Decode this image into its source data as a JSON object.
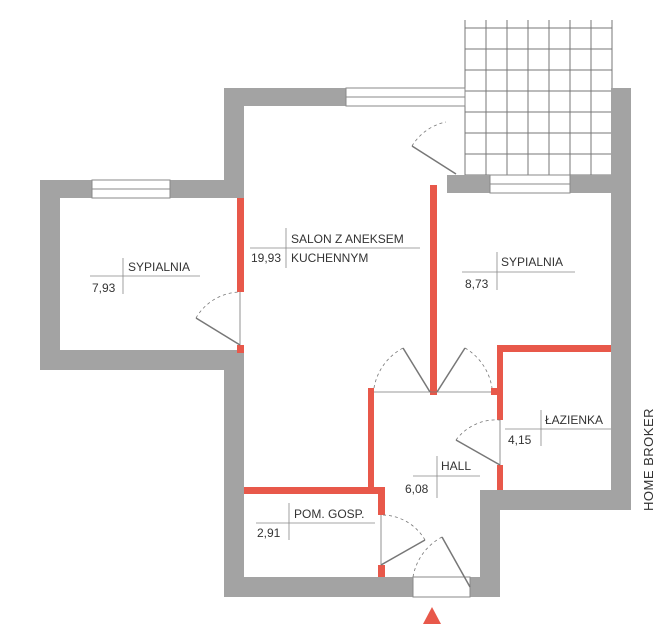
{
  "rooms": [
    {
      "name": "SYPIALNIA",
      "area": "7,93"
    },
    {
      "name": "SALON Z ANEKSEM",
      "name2": "KUCHENNYM",
      "area": "19,93"
    },
    {
      "name": "SYPIALNIA",
      "area": "8,73"
    },
    {
      "name": "ŁAZIENKA",
      "area": "4,15"
    },
    {
      "name": "HALL",
      "area": "6,08"
    },
    {
      "name": "POM. GOSP.",
      "area": "2,91"
    }
  ],
  "brand": "HOME BROKER",
  "colors": {
    "wall": "#a3a3a3",
    "partition": "#e8584a",
    "line": "#555555"
  }
}
